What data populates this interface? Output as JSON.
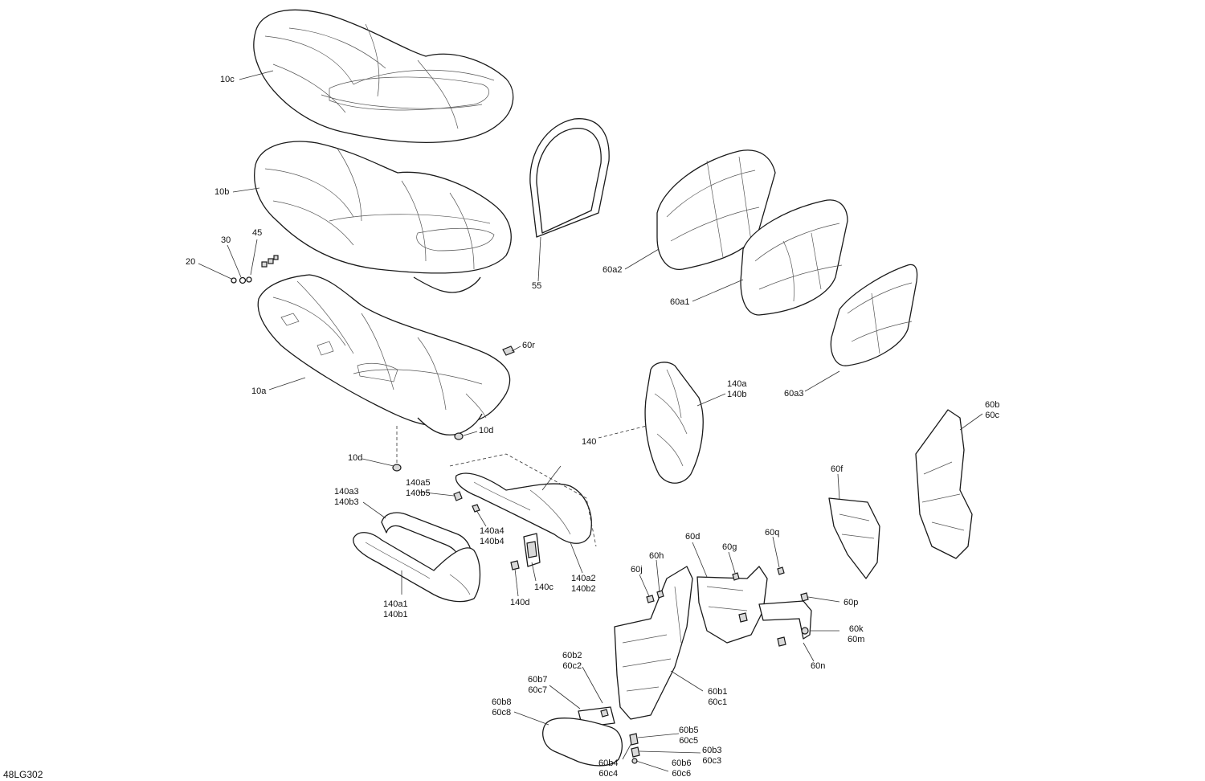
{
  "reference_code": "48LG302",
  "callouts": [
    {
      "id": "10c",
      "lines": [
        "10c"
      ]
    },
    {
      "id": "10b",
      "lines": [
        "10b"
      ]
    },
    {
      "id": "30",
      "lines": [
        "30"
      ]
    },
    {
      "id": "45",
      "lines": [
        "45"
      ]
    },
    {
      "id": "20",
      "lines": [
        "20"
      ]
    },
    {
      "id": "55",
      "lines": [
        "55"
      ]
    },
    {
      "id": "60a2",
      "lines": [
        "60a2"
      ]
    },
    {
      "id": "60a1",
      "lines": [
        "60a1"
      ]
    },
    {
      "id": "60r",
      "lines": [
        "60r"
      ]
    },
    {
      "id": "60a3",
      "lines": [
        "60a3"
      ]
    },
    {
      "id": "10a",
      "lines": [
        "10a"
      ]
    },
    {
      "id": "140a-140b",
      "lines": [
        "140a",
        "140b"
      ]
    },
    {
      "id": "10d-right",
      "lines": [
        "10d"
      ]
    },
    {
      "id": "60b-60c",
      "lines": [
        "60b",
        "60c"
      ]
    },
    {
      "id": "140",
      "lines": [
        "140"
      ]
    },
    {
      "id": "10d-left",
      "lines": [
        "10d"
      ]
    },
    {
      "id": "140a5-140b5",
      "lines": [
        "140a5",
        "140b5"
      ]
    },
    {
      "id": "140a3-140b3",
      "lines": [
        "140a3",
        "140b3"
      ]
    },
    {
      "id": "60f",
      "lines": [
        "60f"
      ]
    },
    {
      "id": "140a4-140b4",
      "lines": [
        "140a4",
        "140b4"
      ]
    },
    {
      "id": "60d",
      "lines": [
        "60d"
      ]
    },
    {
      "id": "60q",
      "lines": [
        "60q"
      ]
    },
    {
      "id": "60g",
      "lines": [
        "60g"
      ]
    },
    {
      "id": "60h",
      "lines": [
        "60h"
      ]
    },
    {
      "id": "60j",
      "lines": [
        "60j"
      ]
    },
    {
      "id": "140c",
      "lines": [
        "140c"
      ]
    },
    {
      "id": "140a2-140b2",
      "lines": [
        "140a2",
        "140b2"
      ]
    },
    {
      "id": "140d",
      "lines": [
        "140d"
      ]
    },
    {
      "id": "140a1-140b1",
      "lines": [
        "140a1",
        "140b1"
      ]
    },
    {
      "id": "60p",
      "lines": [
        "60p"
      ]
    },
    {
      "id": "60k-60m",
      "lines": [
        "60k",
        "60m"
      ]
    },
    {
      "id": "60n",
      "lines": [
        "60n"
      ]
    },
    {
      "id": "60b2-60c2",
      "lines": [
        "60b2",
        "60c2"
      ]
    },
    {
      "id": "60b1-60c1",
      "lines": [
        "60b1",
        "60c1"
      ]
    },
    {
      "id": "60b7-60c7",
      "lines": [
        "60b7",
        "60c7"
      ]
    },
    {
      "id": "60b8-60c8",
      "lines": [
        "60b8",
        "60c8"
      ]
    },
    {
      "id": "60b5-60c5",
      "lines": [
        "60b5",
        "60c5"
      ]
    },
    {
      "id": "60b3-60c3",
      "lines": [
        "60b3",
        "60c3"
      ]
    },
    {
      "id": "60b4-60c4",
      "lines": [
        "60b4",
        "60c4"
      ]
    },
    {
      "id": "60b6-60c6",
      "lines": [
        "60b6",
        "60c6"
      ]
    }
  ]
}
